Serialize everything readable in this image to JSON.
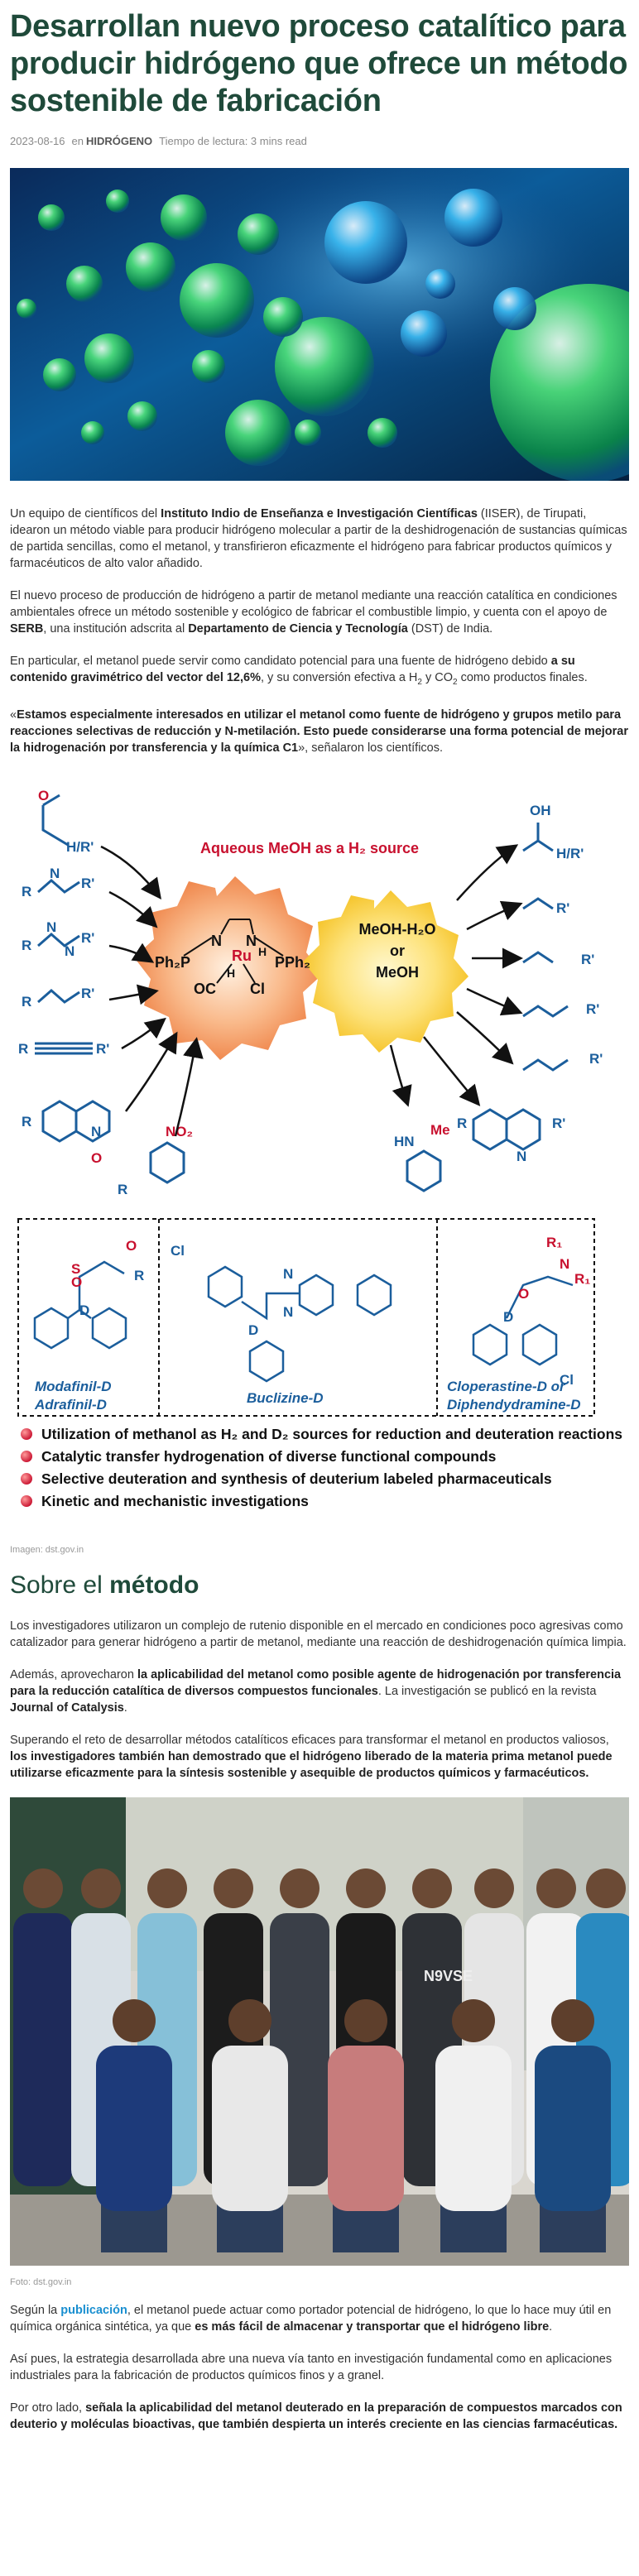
{
  "article": {
    "title": "Desarrollan nuevo proceso catalítico para producir hidrógeno que ofrece un método sostenible de fabricación",
    "date": "2023-08-16",
    "in_label": "en",
    "category": "HIDRÓGENO",
    "reading_time": "Tiempo de lectura: 3 mins read"
  },
  "paragraphs": {
    "p1_a": "Un equipo de científicos del ",
    "p1_b": "Instituto Indio de Enseñanza e Investigación Científicas",
    "p1_c": " (IISER), de Tirupati, idearon un método viable para producir hidrógeno molecular a partir de la deshidrogenación de sustancias químicas de partida sencillas, como el metanol, y transfirieron eficazmente el hidrógeno para fabricar productos químicos y farmacéuticos de alto valor añadido.",
    "p2_a": "El nuevo proceso de producción de hidrógeno a partir de metanol mediante una reacción catalítica en condiciones ambientales ofrece un método sostenible y ecológico de fabricar el combustible limpio, y cuenta con el apoyo de ",
    "p2_b": "SERB",
    "p2_c": ", una institución adscrita al ",
    "p2_d": "Departamento de Ciencia y Tecnología",
    "p2_e": " (DST) de India.",
    "p3_a": "En particular, el metanol puede servir como candidato potencial para una fuente de hidrógeno debido ",
    "p3_b": "a su contenido gravimétrico del vector del 12,6%",
    "p3_c": ", y su conversión efectiva a H",
    "p3_d": "2",
    "p3_e": " y CO",
    "p3_f": "2",
    "p3_g": " como productos finales.",
    "p4_a": "«",
    "p4_b": "Estamos especialmente interesados en utilizar el metanol como fuente de hidrógeno y grupos metilo para reacciones selectivas de reducción y N-metilación. Esto puede considerarse una forma potencial de mejorar la hidrogenación por transferencia y la química C1",
    "p4_c": "», señalaron los científicos."
  },
  "figure": {
    "aqueous_label": "Aqueous MeOH as a H₂ source",
    "ru_center": "Ru",
    "ph2p": "Ph₂P",
    "pph2": "PPh₂",
    "oc": "OC",
    "cl": "Cl",
    "nh": "N",
    "h_label": "H",
    "meoh_1": "MeOH-H₂O",
    "meoh_2": "or",
    "meoh_3": "MeOH",
    "left_labels": [
      "H/R'",
      "R'",
      "R'",
      "R'",
      "R'",
      "NO₂"
    ],
    "right_labels": [
      "OH",
      "H/R'",
      "R'",
      "R'",
      "R'",
      "R'",
      "R'"
    ],
    "hn_me": "HN",
    "me": "Me",
    "drug_1a": "Modafinil-D",
    "drug_1b": "Adrafinil-D",
    "drug_2": "Buclizine-D",
    "drug_3a": "Cloperastine-D or",
    "drug_3b": "Diphendydramine-D",
    "bullets": [
      "Utilization of methanol as H₂ and D₂ sources for reduction and deuteration reactions",
      "Catalytic transfer hydrogenation of diverse functional compounds",
      "Selective deuteration and synthesis of deuterium labeled pharmaceuticals",
      "Kinetic and mechanistic investigations"
    ],
    "caption": "Imagen: dst.gov.in",
    "atom_o": "O",
    "atom_s": "S",
    "atom_d": "D",
    "atom_n": "N",
    "atom_r": "R",
    "atom_r1": "R₁",
    "atom_cl": "Cl"
  },
  "section": {
    "title_a": "Sobre el ",
    "title_b": "método"
  },
  "paragraphs2": {
    "p5": "Los investigadores utilizaron un complejo de rutenio disponible en el mercado en condiciones poco agresivas como catalizador para generar hidrógeno a partir de metanol, mediante una reacción de deshidrogenación química limpia.",
    "p6_a": "Además, aprovecharon ",
    "p6_b": "la aplicabilidad del metanol como posible agente de hidrogenación por transferencia para la reducción catalítica de diversos compuestos funcionales",
    "p6_c": ". La investigación se publicó en la revista ",
    "p6_d": "Journal of Catalysis",
    "p6_e": ".",
    "p7_a": "Superando el reto de desarrollar métodos catalíticos eficaces para transformar el metanol en productos valiosos, ",
    "p7_b": "los investigadores también han demostrado que el hidrógeno liberado de la materia prima metanol puede utilizarse eficazmente para la síntesis sostenible y asequible de productos químicos y farmacéuticos."
  },
  "photo": {
    "caption": "Foto: dst.gov.in",
    "shirt_text": "N9VSE"
  },
  "paragraphs3": {
    "p8_a": "Según la ",
    "p8_link": "publicación",
    "p8_b": ", el metanol puede actuar como portador potencial de hidrógeno, lo que lo hace muy útil en química orgánica sintética, ya que ",
    "p8_c": "es más fácil de almacenar y transportar que el hidrógeno libre",
    "p8_d": ".",
    "p9": "Así pues, la estrategia desarrollada abre una nueva vía tanto en investigación fundamental como en aplicaciones industriales para la fabricación de productos químicos finos y a granel.",
    "p10_a": "Por otro lado, ",
    "p10_b": "señala la aplicabilidad del metanol deuterado en la preparación de compuestos marcados con deuterio y moléculas bioactivas, que también despierta un interés creciente en las ciencias farmacéuticas."
  },
  "colors": {
    "title": "#1f4a3a",
    "link": "#1a8fd0",
    "molecule_blue": "#1b5e9c",
    "red": "#c8102e"
  }
}
